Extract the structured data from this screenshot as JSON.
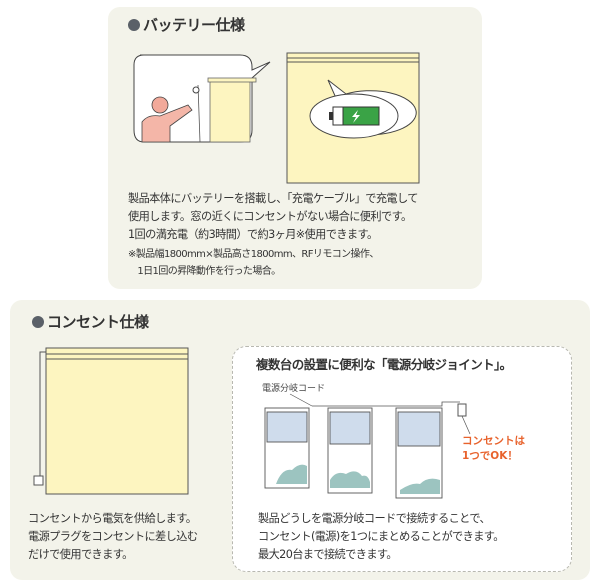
{
  "battery": {
    "title": "バッテリー仕様",
    "desc": [
      "製品本体にバッテリーを搭載し、「充電ケーブル」で充電して",
      "使用します。窓の近くにコンセントがない場合に便利です。",
      "1回の満充電（約3時間）で約3ヶ月※使用できます。"
    ],
    "note": [
      "※製品幅1800mm×製品高さ1800mm、RFリモコン操作、",
      "　1日1回の昇降動作を行った場合。"
    ]
  },
  "outlet": {
    "title": "コンセント仕様",
    "desc": [
      "コンセントから電気を供給します。",
      "電源プラグをコンセントに差し込む",
      "だけで使用できます。"
    ],
    "joint": {
      "title": "複数台の設置に便利な「電源分岐ジョイント」。",
      "cord_label": "電源分岐コード",
      "callout": [
        "コンセントは",
        "1つでOK！"
      ],
      "desc": [
        "製品どうしを電源分岐コードで接続することで、",
        "コンセント(電源)を1つにまとめることができます。",
        "最大20台まで接続できます。"
      ]
    }
  },
  "colors": {
    "panel": "#f3f3ea",
    "blind": "#fdf5c0",
    "accent": "#e8622c",
    "battery": "#3aa346"
  }
}
